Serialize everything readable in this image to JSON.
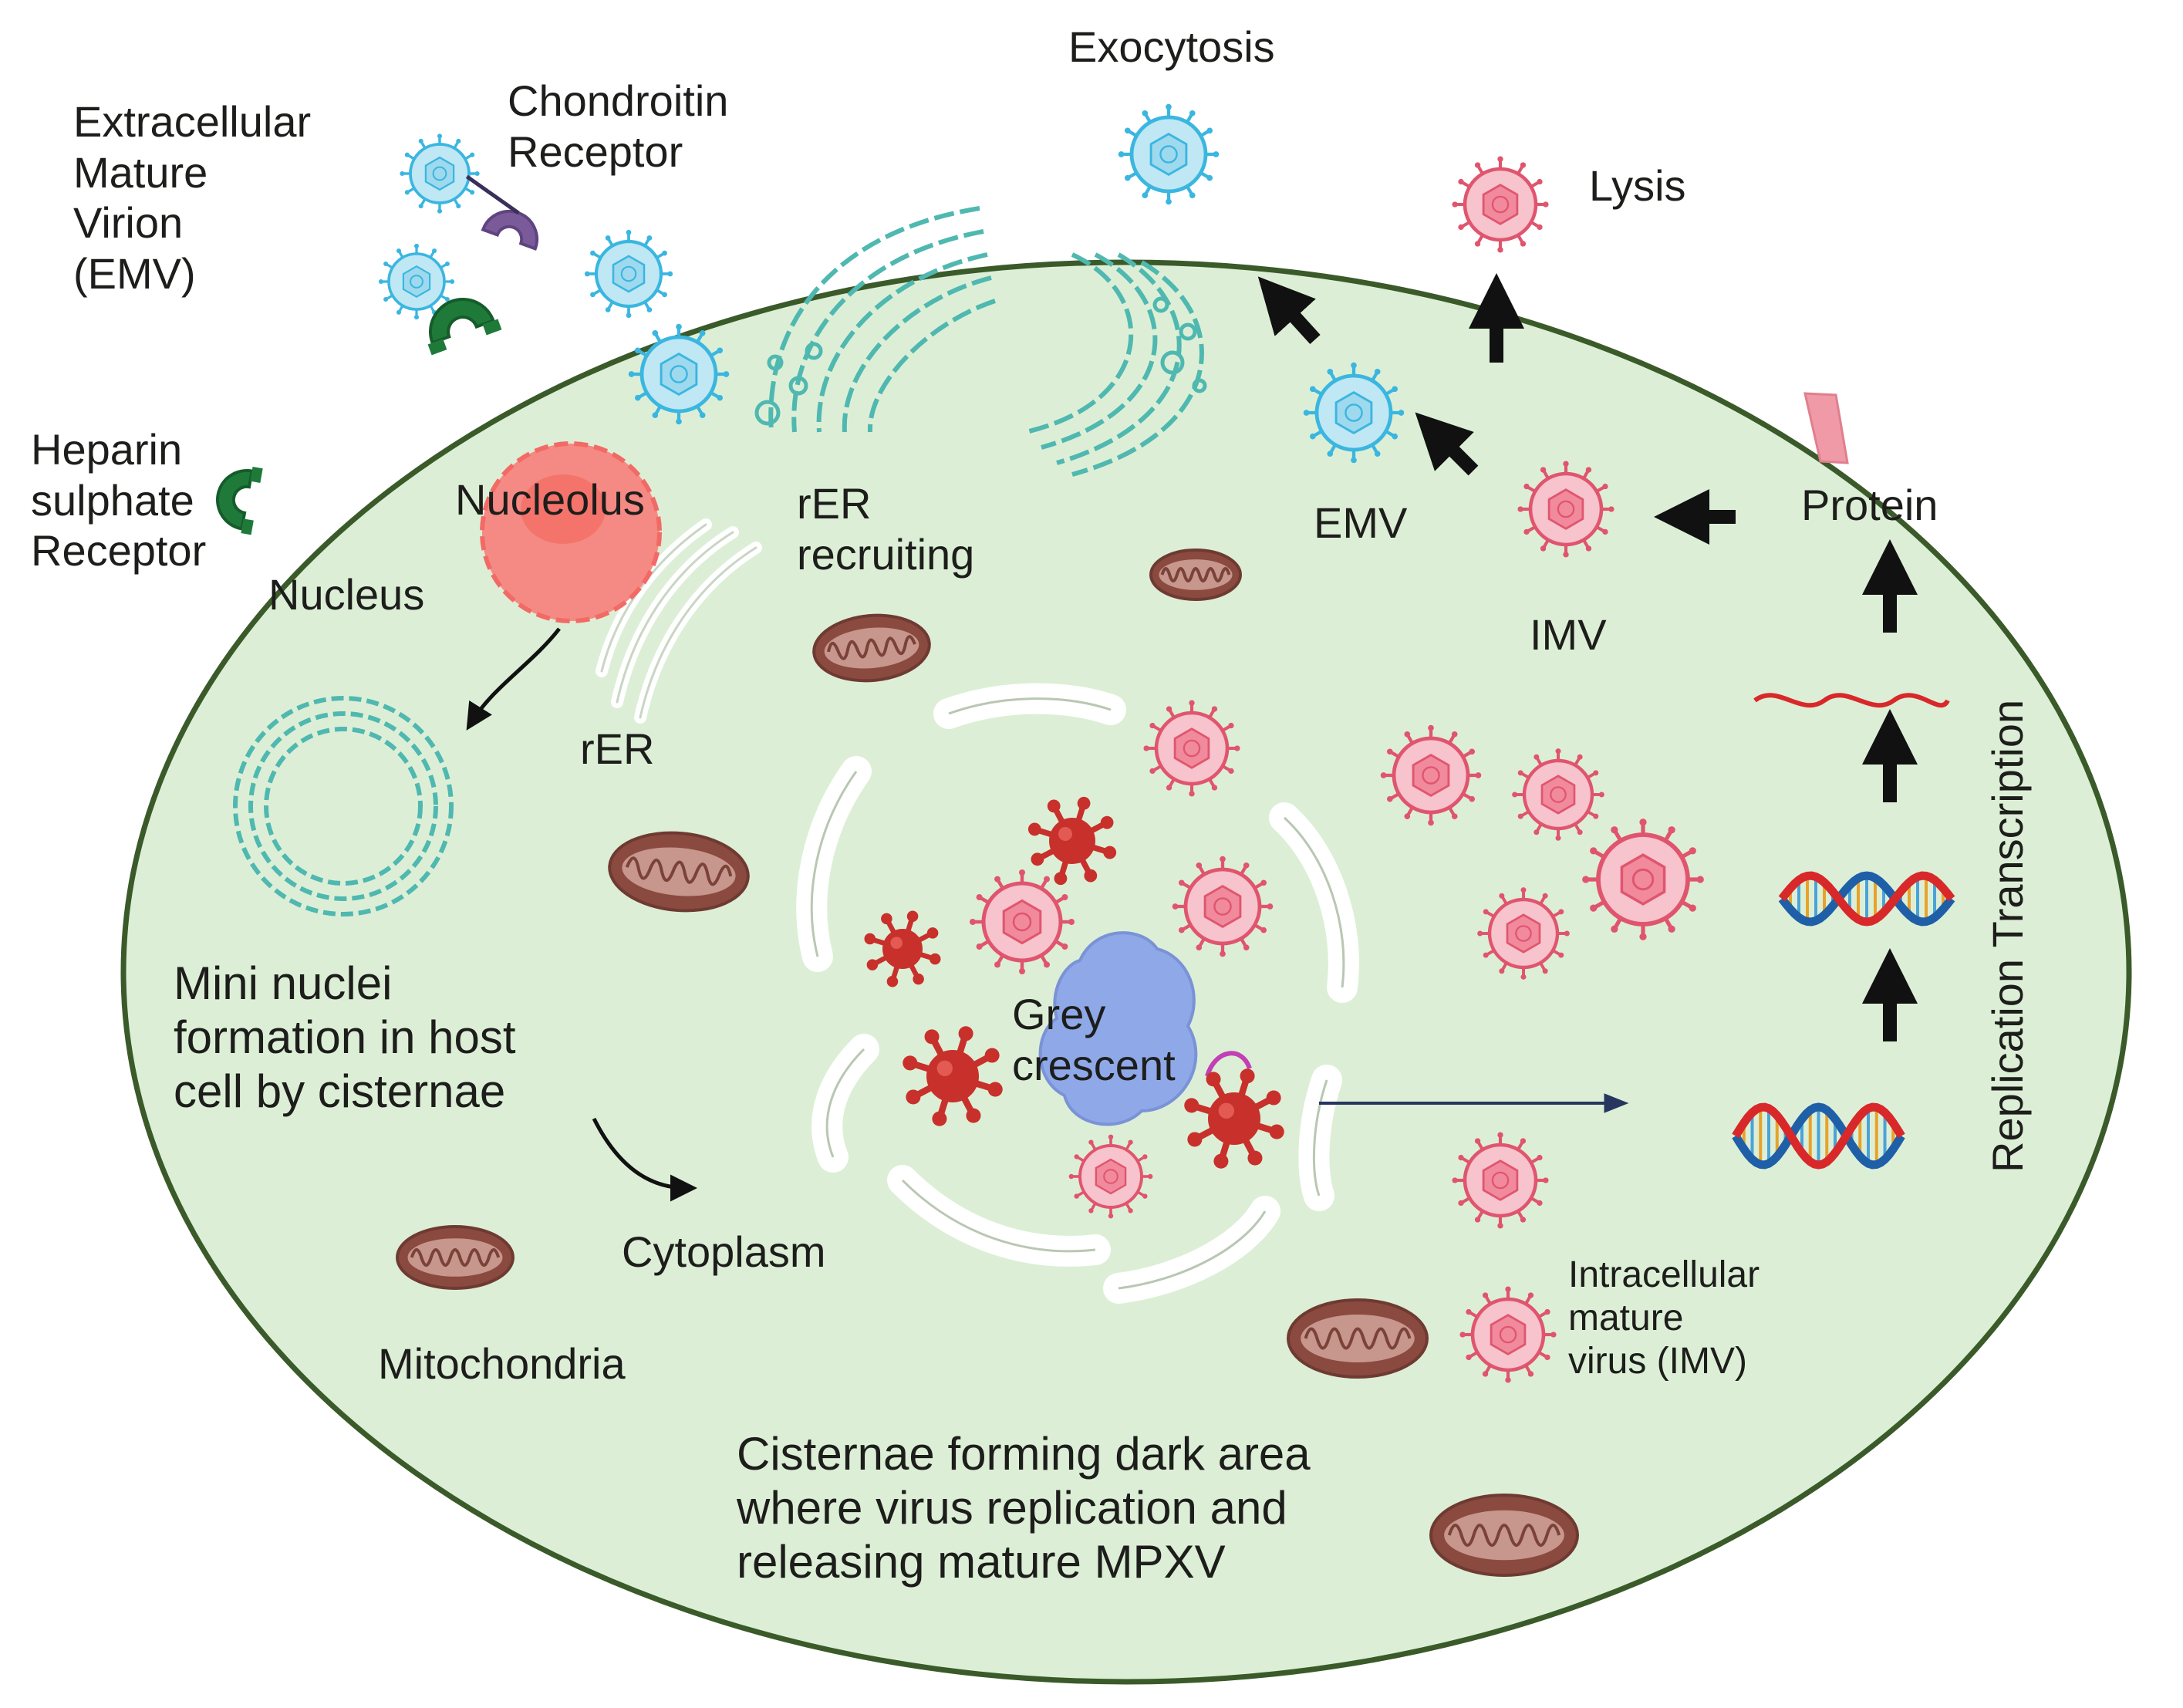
{
  "labels": {
    "exocytosis": "Exocytosis",
    "emv_outside": "Extracellular\nMature\nVirion\n(EMV)",
    "chondroitin": "Chondroitin\nReceptor",
    "lysis": "Lysis",
    "heparin": "Heparin\nsulphate\nReceptor",
    "nucleolus": "Nucleolus",
    "nucleus": "Nucleus",
    "rer_recruiting": "rER\nrecruiting",
    "rer": "rER",
    "emv": "EMV",
    "imv": "IMV",
    "protein": "Protein",
    "replication_transcription": "Replication  Transcription",
    "mini_nuclei": "Mini nuclei\nformation in host\ncell by cisternae",
    "grey_crescent": "Grey\ncrescent",
    "cytoplasm": "Cytoplasm",
    "mitochondria": "Mitochondria",
    "imv_full": "Intracellular\nmature\nvirus (IMV)",
    "cisternae_dark": "Cisternae forming dark area\nwhere virus replication and\nreleasing mature MPXV"
  },
  "colors": {
    "cell_fill": "#dcefd6",
    "cell_border": "#3b5a2a",
    "emv_virus": "#3ab6e0",
    "imv_virus": "#e0556e",
    "red_virion": "#c8302b",
    "mitochondria": "#8a4a3f",
    "nucleolus": "#f58a84",
    "receptor_heparin": "#1f7a3a",
    "receptor_chondroitin": "#7b5a9a",
    "grey_crescent": "#8ea8e8",
    "arrow": "#111111",
    "dna_blue": "#1f5fa8",
    "dna_red": "#d8282a"
  }
}
